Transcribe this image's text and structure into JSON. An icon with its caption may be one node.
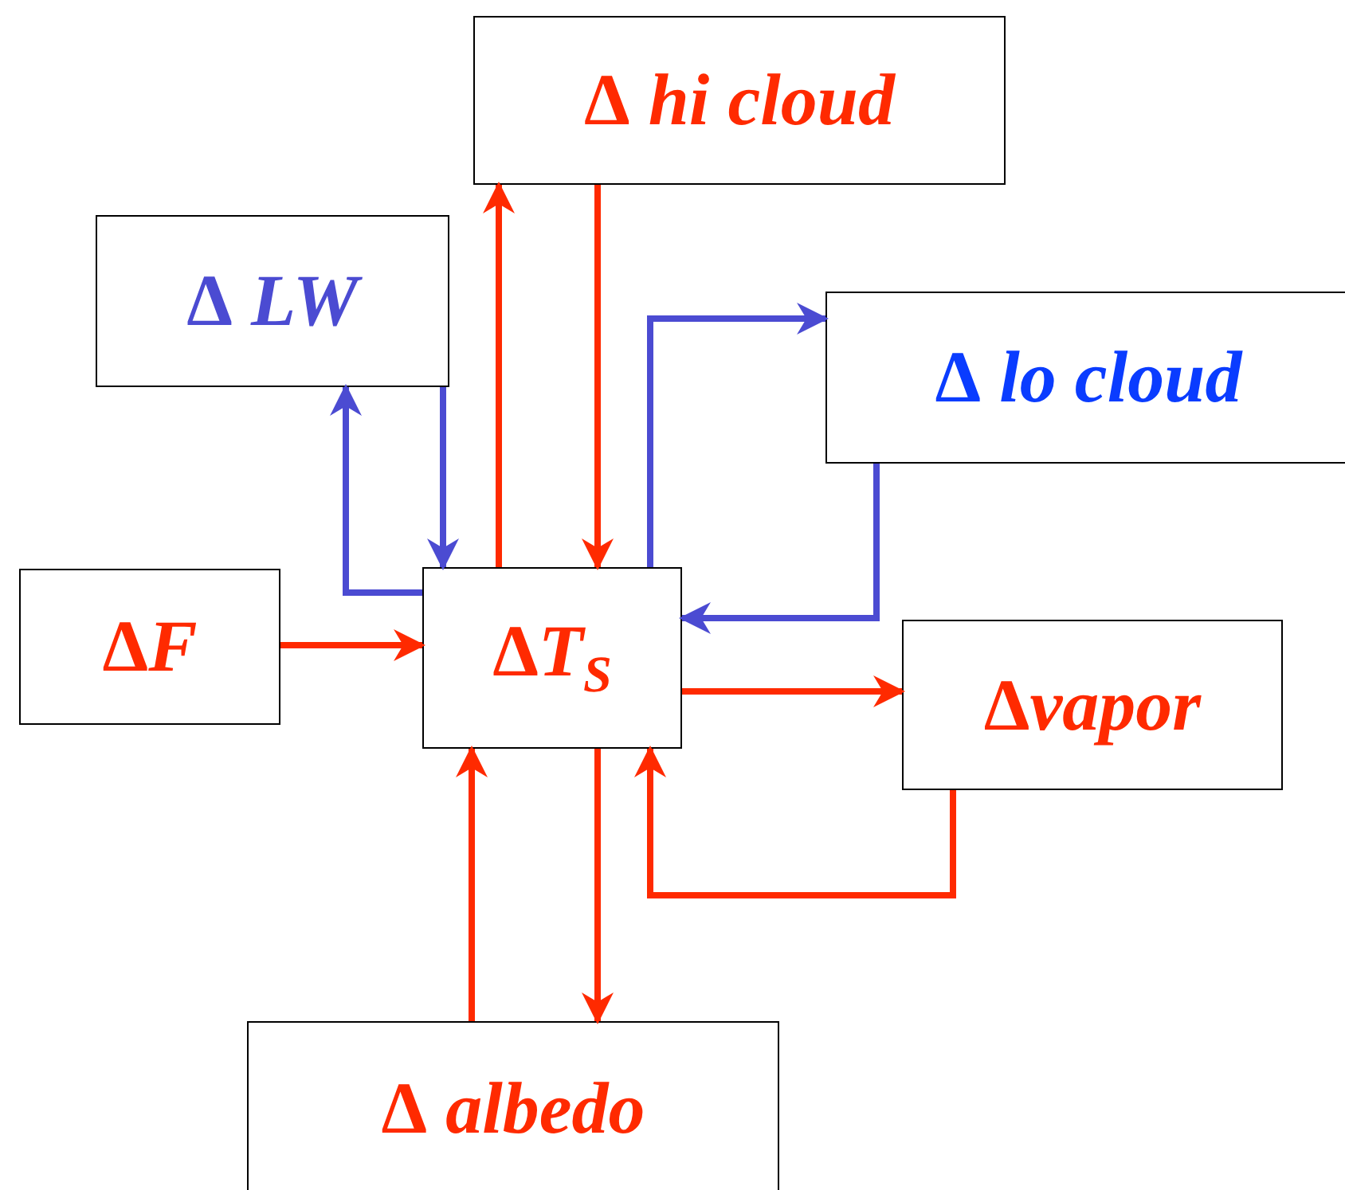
{
  "diagram": {
    "nodes": [
      {
        "text": [
          "ΔF"
        ]
      },
      {
        "text": [
          "ΔT$_{S}$"
        ]
      },
      {
        "text": [
          "Δ hi cloud"
        ]
      },
      {
        "text": [
          "Δ LW"
        ]
      },
      {
        "text": [
          "Δ lo cloud"
        ]
      },
      {
        "text": [
          "Δvapor"
        ]
      },
      {
        "text": [
          "Δ albedo"
        ]
      }
    ],
    "edges": [
      {
        "from": 0,
        "to": 1,
        "arrow": "to"
      },
      {
        "from": 1,
        "to": 2,
        "arrow": "to"
      },
      {
        "from": 2,
        "to": 1,
        "arrow": "to"
      },
      {
        "from": 1,
        "to": 3,
        "arrow": "to",
        "color": "#4b4bd2"
      },
      {
        "from": 3,
        "to": 1,
        "arrow": "to",
        "color": "#4b4bd2"
      },
      {
        "from": 1,
        "to": 4,
        "arrow": "to",
        "color": "#4b4bd2"
      },
      {
        "from": 4,
        "to": 1,
        "arrow": "to",
        "color": "#4b4bd2"
      },
      {
        "from": 1,
        "to": 5,
        "arrow": "to"
      },
      {
        "from": 5,
        "to": 1,
        "arrow": "to"
      },
      {
        "from": 6,
        "to": 1,
        "arrow": "to"
      },
      {
        "from": 1,
        "to": 6,
        "arrow": "to"
      }
    ]
  }
}
